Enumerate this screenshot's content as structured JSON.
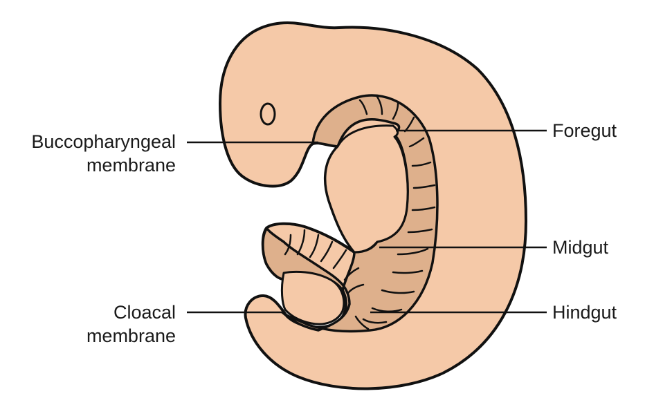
{
  "colors": {
    "embryo_fill": "#f5c9a8",
    "gut_fill": "#deb08c",
    "outline": "#111111",
    "label_text": "#1a1a1a"
  },
  "labels": {
    "buccopharyngeal_line1": "Buccopharyngeal",
    "buccopharyngeal_line2": "membrane",
    "cloacal_line1": "Cloacal",
    "cloacal_line2": "membrane",
    "foregut": "Foregut",
    "midgut": "Midgut",
    "hindgut": "Hindgut"
  }
}
